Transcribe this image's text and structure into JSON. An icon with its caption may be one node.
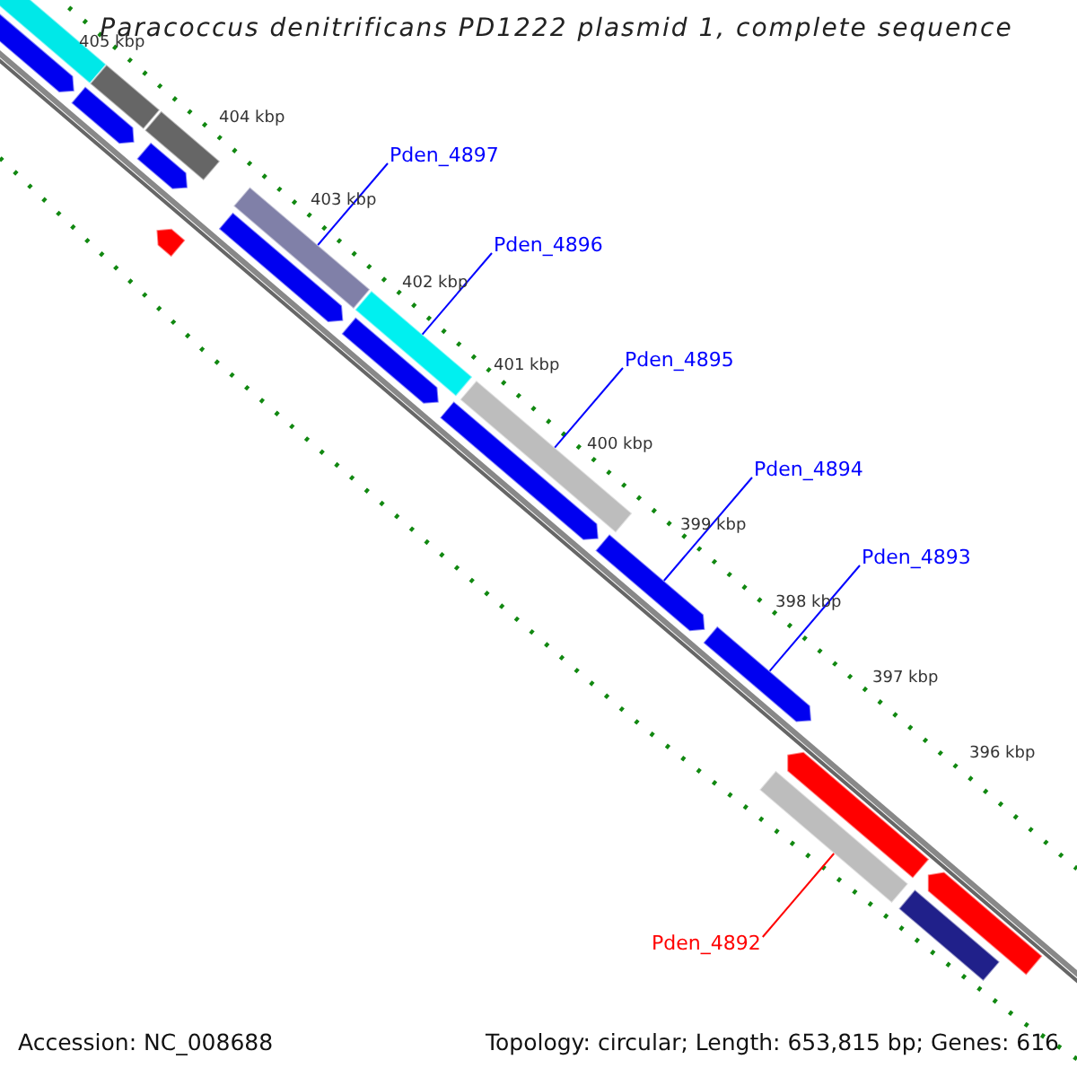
{
  "diagram": {
    "title": "Paracoccus denitrificans PD1222 plasmid 1, complete sequence",
    "nodes": [
      {
        "text": [
          "Pden_4897"
        ]
      },
      {
        "text": [
          "Pden_4896"
        ]
      },
      {
        "text": [
          "Pden_4895"
        ]
      },
      {
        "text": [
          "Pden_4894"
        ]
      },
      {
        "text": [
          "Pden_4893"
        ]
      },
      {
        "text": [
          "Pden_4892"
        ]
      },
      {
        "text": [],
        "shape": "bar"
      },
      {
        "text": [],
        "shape": "bar"
      },
      {
        "text": [],
        "shape": "bar"
      },
      {
        "text": [],
        "shape": "bar"
      },
      {
        "text": [],
        "shape": "bar"
      },
      {
        "text": [],
        "shape": "bar"
      },
      {
        "text": [],
        "shape": "bar"
      },
      {
        "text": [],
        "shape": "bar"
      },
      {
        "text": [],
        "shape": "bar"
      },
      {
        "text": [],
        "shape": "bar"
      },
      {
        "text": [],
        "shape": "bar"
      },
      {
        "text": [],
        "shape": "bar"
      },
      {
        "text": [],
        "shape": "bar"
      },
      {
        "text": [],
        "shape": "bar"
      },
      {
        "text": [],
        "shape": "bar"
      },
      {
        "text": [],
        "shape": "bar"
      },
      {
        "text": [],
        "shape": "bar"
      },
      {
        "text": [],
        "shape": "bar"
      },
      {
        "text": [],
        "shape": "bar"
      }
    ],
    "edges": [
      {
        "from": 0,
        "to": 13,
        "arrow": "none"
      },
      {
        "from": 1,
        "to": 15,
        "arrow": "none"
      },
      {
        "from": 2,
        "to": 18,
        "arrow": "none"
      },
      {
        "from": 3,
        "to": 19,
        "arrow": "none"
      },
      {
        "from": 4,
        "to": 20,
        "arrow": "none"
      },
      {
        "from": 5,
        "to": 22,
        "arrow": "none",
        "color": "#ff0000"
      }
    ],
    "labels": [
      "405 kbp",
      "404 kbp",
      "403 kbp",
      "402 kbp",
      "401 kbp",
      "400 kbp",
      "399 kbp",
      "398 kbp",
      "397 kbp",
      "396 kbp",
      "Accession: NC_008688",
      "Topology: circular; Length: 653,815 bp; Genes: 616"
    ]
  }
}
